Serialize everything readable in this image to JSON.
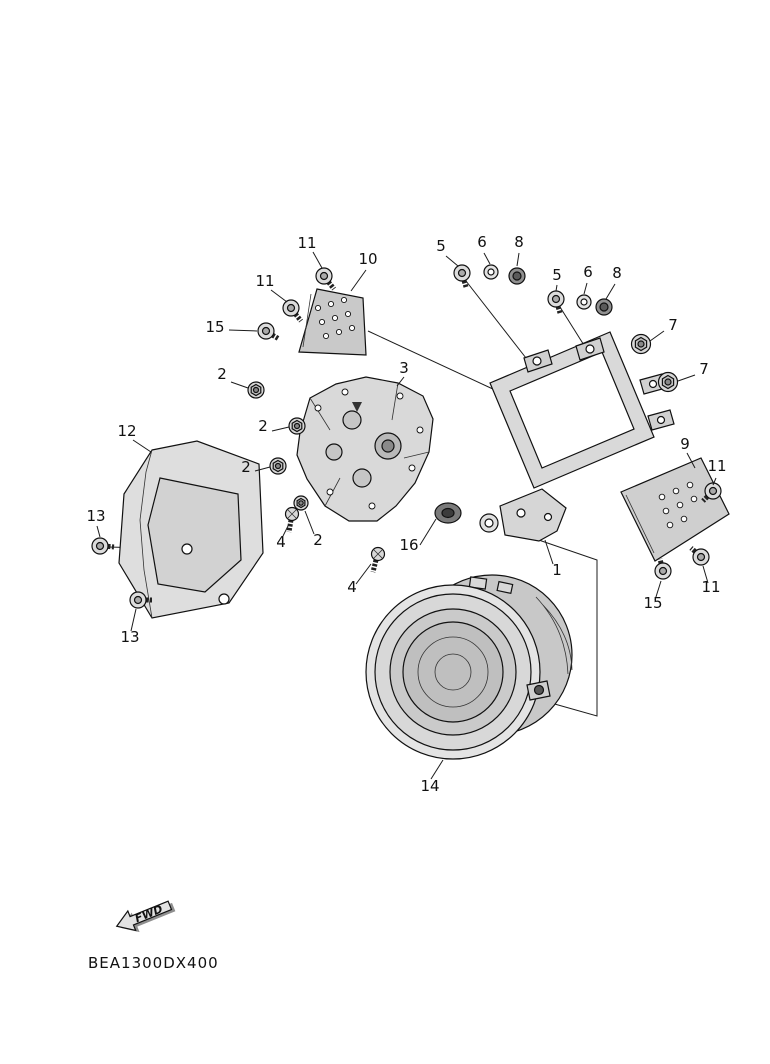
{
  "diagram": {
    "code": "BEA1300DX400",
    "fwd_label": "FWD",
    "colors": {
      "ink": "#111111",
      "paper": "#ffffff",
      "part_fill": "#d9d9d9"
    },
    "callouts": [
      {
        "label": "11"
      },
      {
        "label": "11"
      },
      {
        "label": "15"
      },
      {
        "label": "10"
      },
      {
        "label": "5"
      },
      {
        "label": "6"
      },
      {
        "label": "8"
      },
      {
        "label": "5"
      },
      {
        "label": "6"
      },
      {
        "label": "8"
      },
      {
        "label": "7"
      },
      {
        "label": "7"
      },
      {
        "label": "2"
      },
      {
        "label": "2"
      },
      {
        "label": "2"
      },
      {
        "label": "2"
      },
      {
        "label": "3"
      },
      {
        "label": "12"
      },
      {
        "label": "13"
      },
      {
        "label": "13"
      },
      {
        "label": "4"
      },
      {
        "label": "4"
      },
      {
        "label": "16"
      },
      {
        "label": "1"
      },
      {
        "label": "9"
      },
      {
        "label": "11"
      },
      {
        "label": "11"
      },
      {
        "label": "15"
      },
      {
        "label": "14"
      }
    ]
  }
}
